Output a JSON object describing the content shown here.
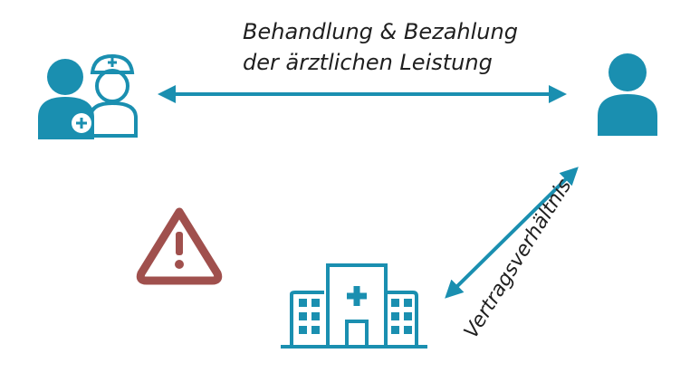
{
  "labels": {
    "relation_line1": "Behandlung & Bezahlung",
    "relation_line2": "der ärztlichen Leistung",
    "contract": "Vertragsverhältnis"
  },
  "icons": {
    "doctors": "doctor-nurse-icon",
    "patient": "person-icon",
    "hospital": "hospital-icon",
    "warning": "warning-icon"
  },
  "colors": {
    "accent": "#1a8fb0",
    "warning": "#a0504d",
    "text": "#1f1f1f"
  }
}
